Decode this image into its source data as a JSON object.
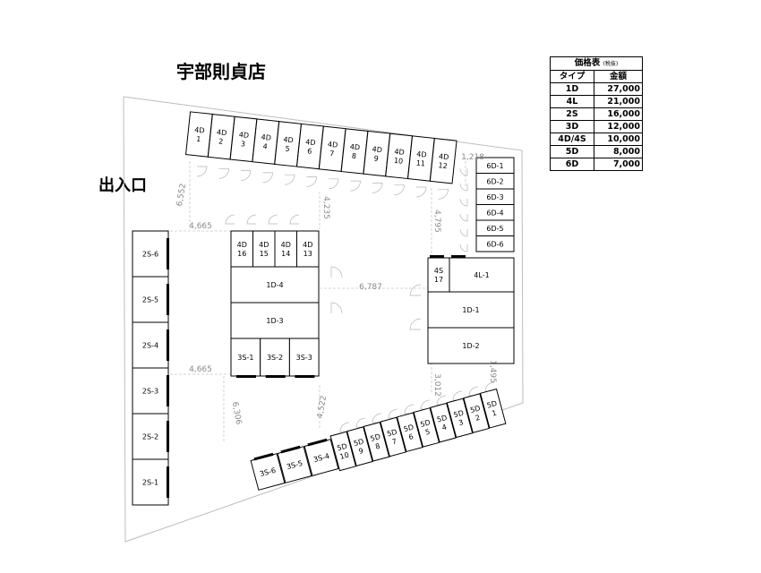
{
  "title": "宇部則貞店",
  "entrance": "出入口",
  "price_table": {
    "title": "価格表",
    "title_note": "(税抜)",
    "col_type": "タイプ",
    "col_price": "金額",
    "rows": [
      {
        "type": "1D",
        "price": "27,000"
      },
      {
        "type": "4L",
        "price": "21,000"
      },
      {
        "type": "2S",
        "price": "16,000"
      },
      {
        "type": "3D",
        "price": "12,000"
      },
      {
        "type": "4D/4S",
        "price": "10,000"
      },
      {
        "type": "5D",
        "price": "8,000"
      },
      {
        "type": "6D",
        "price": "7,000"
      }
    ]
  },
  "units": {
    "row_4d_top": [
      [
        "4D",
        "1"
      ],
      [
        "4D",
        "2"
      ],
      [
        "4D",
        "3"
      ],
      [
        "4D",
        "4"
      ],
      [
        "4D",
        "5"
      ],
      [
        "4D",
        "6"
      ],
      [
        "4D",
        "7"
      ],
      [
        "4D",
        "8"
      ],
      [
        "4D",
        "9"
      ],
      [
        "4D",
        "10"
      ],
      [
        "4D",
        "11"
      ],
      [
        "4D",
        "12"
      ]
    ],
    "col_6d": [
      "6D-1",
      "6D-2",
      "6D-3",
      "6D-4",
      "6D-5",
      "6D-6"
    ],
    "col_2s": [
      "2S-6",
      "2S-5",
      "2S-4",
      "2S-3",
      "2S-2",
      "2S-1"
    ],
    "row_4d_center": [
      [
        "4D",
        "16"
      ],
      [
        "4D",
        "15"
      ],
      [
        "4D",
        "14"
      ],
      [
        "4D",
        "13"
      ]
    ],
    "center_1d": [
      "1D-4",
      "1D-3"
    ],
    "row_3s_center": [
      "3S-1",
      "3S-2",
      "3S-3"
    ],
    "unit_4s17": [
      "4S",
      "17"
    ],
    "unit_4l1": "4L-1",
    "right_1d": [
      "1D-1",
      "1D-2"
    ],
    "row_5d": [
      [
        "5D",
        "10"
      ],
      [
        "5D",
        "9"
      ],
      [
        "5D",
        "8"
      ],
      [
        "5D",
        "7"
      ],
      [
        "5D",
        "6"
      ],
      [
        "5D",
        "5"
      ],
      [
        "5D",
        "4"
      ],
      [
        "5D",
        "3"
      ],
      [
        "5D",
        "2"
      ],
      [
        "5D",
        "1"
      ]
    ],
    "row_3s_bottom": [
      "3S-6",
      "3S-5",
      "3S-4"
    ]
  },
  "dimensions": [
    "1,218",
    "6,552",
    "4,235",
    "4,795",
    "4,665",
    "6,787",
    "4,665",
    "6,306",
    "4,522",
    "3,012",
    "1,495"
  ]
}
